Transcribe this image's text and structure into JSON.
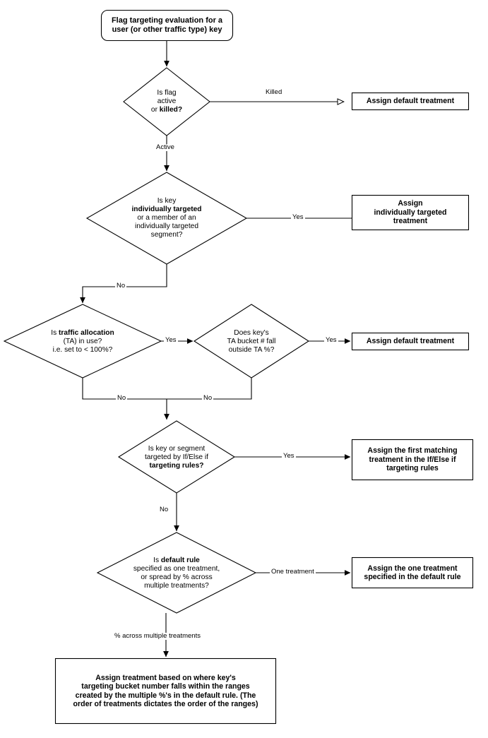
{
  "diagram": {
    "title": "Flag targeting evaluation flowchart",
    "background_color": "#ffffff",
    "line_color": "#000000",
    "text_color": "#000000"
  },
  "nodes": {
    "start": {
      "shape": "rounded-rectangle",
      "line1": "Flag targeting evaluation for a",
      "line2": "user (or other traffic type) key"
    },
    "decision_flag_state": {
      "shape": "diamond",
      "line1": "Is flag",
      "line2": "active",
      "line3_prefix": "or ",
      "line3_bold": "killed?"
    },
    "assign_default_killed": {
      "shape": "rectangle",
      "text": "Assign default treatment"
    },
    "decision_individual_target": {
      "shape": "diamond",
      "line1": "Is key",
      "line2_bold": "individually targeted",
      "line3": "or a member of an",
      "line4": "individually targeted",
      "line5": "segment?"
    },
    "assign_individually_targeted": {
      "shape": "rectangle",
      "line1": "Assign",
      "line2": "individually targeted",
      "line3": "treatment"
    },
    "decision_traffic_allocation": {
      "shape": "diamond",
      "line1_prefix": "Is ",
      "line1_bold": "traffic allocation",
      "line2": "(TA) in use?",
      "line3": "i.e. set to < 100%?"
    },
    "decision_ta_bucket": {
      "shape": "diamond",
      "line1": "Does key's",
      "line2": "TA bucket # fall",
      "line3": "outside TA %?"
    },
    "assign_default_ta": {
      "shape": "rectangle",
      "text": "Assign default treatment"
    },
    "decision_targeting_rules": {
      "shape": "diamond",
      "line1": "Is key or segment",
      "line2": "targeted by If/Else if",
      "line3_bold": "targeting rules?"
    },
    "assign_first_matching": {
      "shape": "rectangle",
      "line1": "Assign the first matching",
      "line2": "treatment in the If/Else if",
      "line3": "targeting rules"
    },
    "decision_default_rule": {
      "shape": "diamond",
      "line1_prefix": "Is ",
      "line1_bold": "default rule",
      "line2": "specified as one treatment,",
      "line3": "or spread by % across",
      "line4": "multiple treatments?"
    },
    "assign_one_treatment": {
      "shape": "rectangle",
      "line1": "Assign the one treatment",
      "line2": "specified in the default rule"
    },
    "assign_by_ranges": {
      "shape": "rectangle",
      "line1": "Assign treatment based on where key's",
      "line2": "targeting bucket number falls within the ranges",
      "line3": "created by the multiple %'s in the default rule. (The",
      "line4": "order of treatments dictates the order of the ranges)"
    }
  },
  "edge_labels": {
    "killed": "Killed",
    "active": "Active",
    "yes_individual": "Yes",
    "no_individual": "No",
    "yes_traffic_allocation": "Yes",
    "no_traffic_allocation": "No",
    "yes_ta_bucket": "Yes",
    "no_ta_bucket": "No",
    "yes_targeting_rules": "Yes",
    "no_targeting_rules": "No",
    "one_treatment": "One treatment",
    "percent_across_multiple": "% across multiple treatments"
  }
}
